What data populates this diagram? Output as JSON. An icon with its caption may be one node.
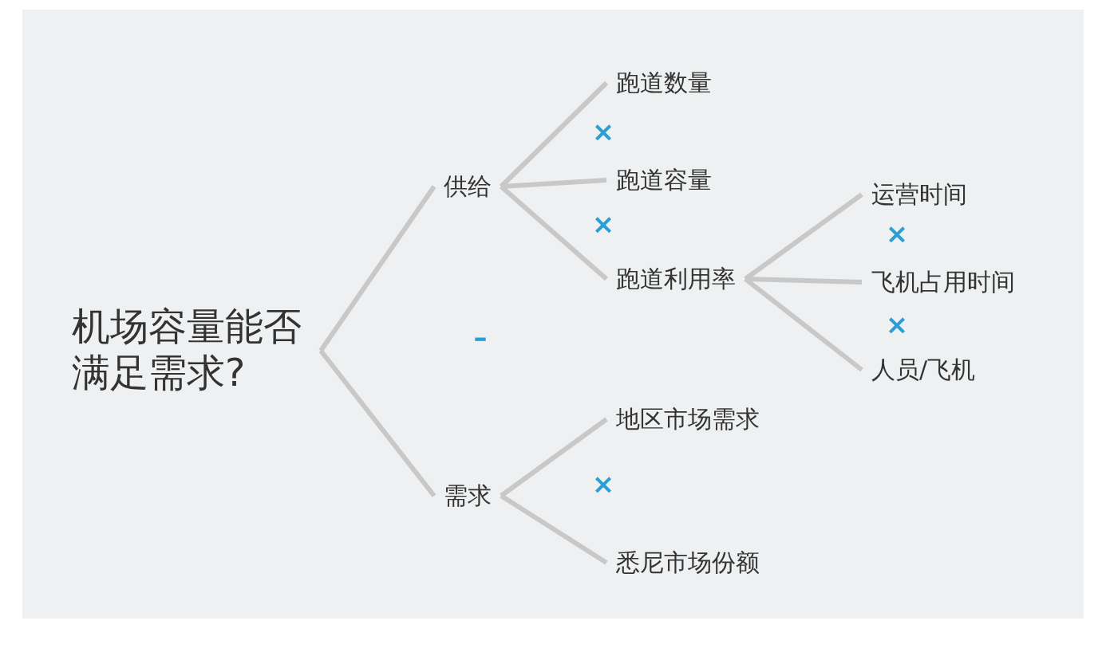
{
  "diagram": {
    "nodes": [
      {
        "text": [
          "机场容量能否满足需求?"
        ]
      },
      {
        "text": [
          "供给"
        ]
      },
      {
        "text": [
          "跑道数量"
        ]
      },
      {
        "text": [
          "跑道容量"
        ]
      },
      {
        "text": [
          "跑道利用率"
        ]
      },
      {
        "text": [
          "运营时间"
        ]
      },
      {
        "text": [
          "飞机占用时间"
        ]
      },
      {
        "text": [
          "人员/飞机"
        ]
      },
      {
        "text": [
          "需求"
        ]
      },
      {
        "text": [
          "地区市场需求"
        ]
      },
      {
        "text": [
          "悉尼市场份额"
        ]
      }
    ],
    "edges": [
      {
        "from": 0,
        "to": 1,
        "arrow": "none"
      },
      {
        "from": 0,
        "to": 8,
        "arrow": "none"
      },
      {
        "from": 1,
        "to": 2,
        "arrow": "none"
      },
      {
        "from": 1,
        "to": 3,
        "arrow": "none"
      },
      {
        "from": 1,
        "to": 4,
        "arrow": "none"
      },
      {
        "from": 4,
        "to": 5,
        "arrow": "none"
      },
      {
        "from": 4,
        "to": 6,
        "arrow": "none"
      },
      {
        "from": 4,
        "to": 7,
        "arrow": "none"
      },
      {
        "from": 8,
        "to": 9,
        "arrow": "none"
      },
      {
        "from": 8,
        "to": 10,
        "arrow": "none"
      }
    ],
    "labels": [
      "×",
      "×",
      "×",
      "–",
      "×",
      "×"
    ]
  }
}
